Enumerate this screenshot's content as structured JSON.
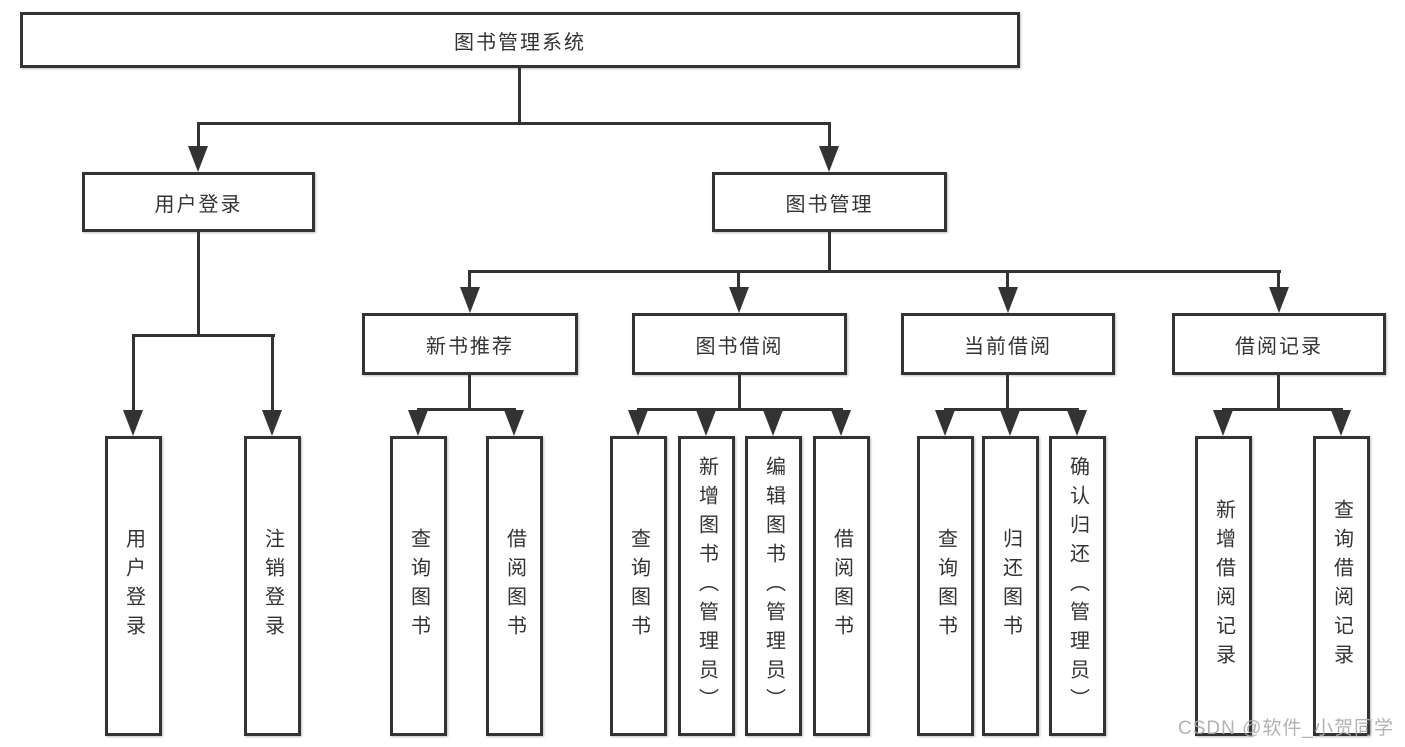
{
  "colors": {
    "line": "#333333",
    "box_background": "#ffffff",
    "text": "#333333",
    "watermark": "#aaaaaa"
  },
  "tree": {
    "label": "图书管理系统",
    "children": [
      {
        "label": "用户登录",
        "children": [
          {
            "label": "用户登录"
          },
          {
            "label": "注销登录"
          }
        ]
      },
      {
        "label": "图书管理",
        "children": [
          {
            "label": "新书推荐",
            "children": [
              {
                "label": "查询图书"
              },
              {
                "label": "借阅图书"
              }
            ]
          },
          {
            "label": "图书借阅",
            "children": [
              {
                "label": "查询图书"
              },
              {
                "label": "新增图书（管理员）"
              },
              {
                "label": "编辑图书（管理员）"
              },
              {
                "label": "借阅图书"
              }
            ]
          },
          {
            "label": "当前借阅",
            "children": [
              {
                "label": "查询图书"
              },
              {
                "label": "归还图书"
              },
              {
                "label": "确认归还（管理员）"
              }
            ]
          },
          {
            "label": "借阅记录",
            "children": [
              {
                "label": "新增借阅记录"
              },
              {
                "label": "查询借阅记录"
              }
            ]
          }
        ]
      }
    ]
  },
  "watermark": {
    "text": "CSDN @软件_小贺同学"
  }
}
